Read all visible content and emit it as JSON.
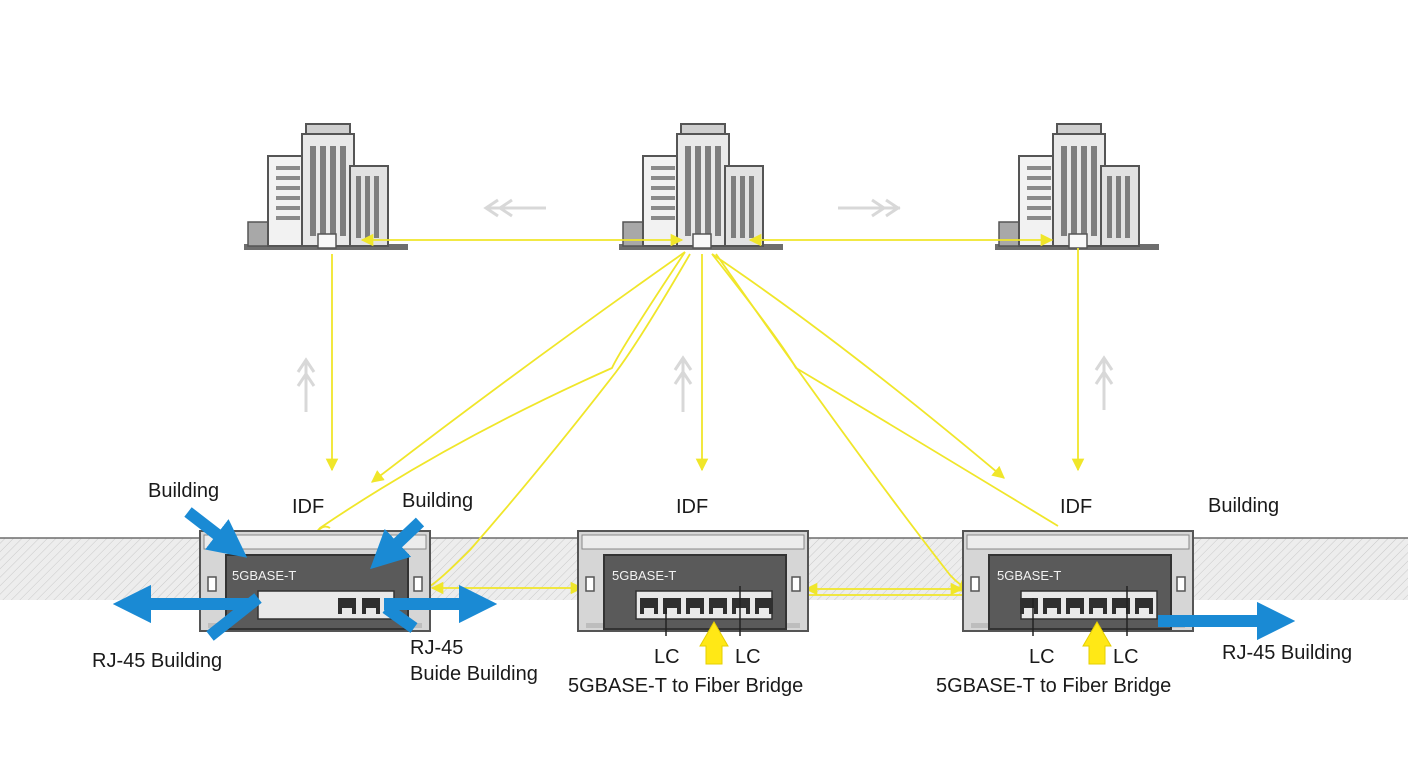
{
  "colors": {
    "fiber": "#f0e62a",
    "rj45": "#1a8ad4",
    "arrow_yellow": "#ffe816",
    "device_body": "#d6d6d6",
    "device_panel": "#5a5a5a",
    "building": "#9a9a9a",
    "ground": "#e4e4e4"
  },
  "buildings": [
    {
      "name": "building-left"
    },
    {
      "name": "building-center"
    },
    {
      "name": "building-right"
    }
  ],
  "devices": [
    {
      "panel_label": "5GBASE-T",
      "top_label": "IDF",
      "bottom_label": ""
    },
    {
      "panel_label": "5GBASE-T",
      "top_label": "IDF",
      "bottom_label": "5GBASE-T to Fiber Bridge"
    },
    {
      "panel_label": "5GBASE-T",
      "top_label": "IDF",
      "bottom_label": "5GBASE-T to Fiber Bridge"
    }
  ],
  "labels": {
    "left_building_top": "Building",
    "left_building_right": "Building",
    "left_rj45": "RJ-45 Building",
    "left_rj45_right_line1": "RJ-45",
    "left_rj45_right_line2": "Buide Building",
    "center_lc_left": "LC",
    "center_lc_right": "LC",
    "right_building": "Building",
    "right_lc_left": "LC",
    "right_lc_right": "LC",
    "right_rj45": "RJ-45 Building"
  },
  "icons": [
    "building-icon",
    "fiber-arrow-icon",
    "rj45-arrow-icon",
    "rj45-port-icon",
    "up-arrow-icon"
  ]
}
